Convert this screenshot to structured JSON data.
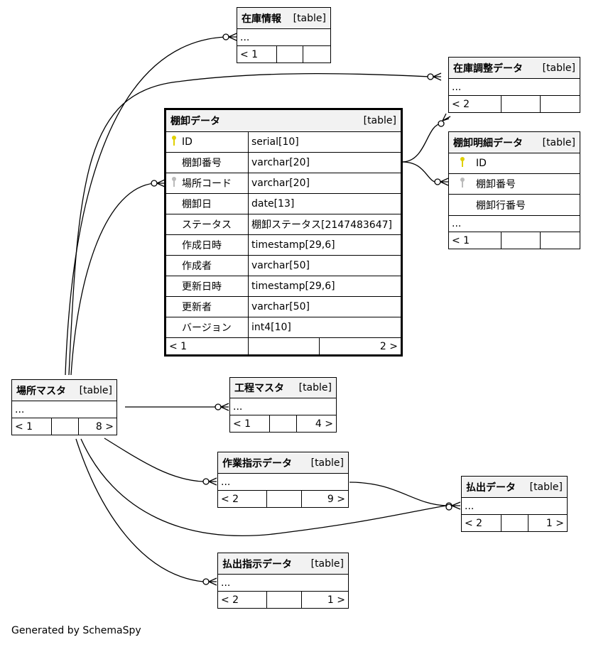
{
  "colors": {
    "pk_key": "#e0d000",
    "fk_key": "#bbbbbb",
    "header_bg": "#f2f2f2"
  },
  "tables": {
    "zaiko_joho": {
      "name": "在庫情報",
      "type": "[table]",
      "ellipsis": "...",
      "parents": "< 1",
      "children": ""
    },
    "zaiko_chosei": {
      "name": "在庫調整データ",
      "type": "[table]",
      "ellipsis": "...",
      "parents": "< 2",
      "children": ""
    },
    "tanaoroshi": {
      "name": "棚卸データ",
      "type": "[table]",
      "columns": [
        {
          "key": "pk",
          "name": "ID",
          "type": "serial[10]"
        },
        {
          "key": "",
          "name": "棚卸番号",
          "type": "varchar[20]"
        },
        {
          "key": "fk",
          "name": "場所コード",
          "type": "varchar[20]"
        },
        {
          "key": "",
          "name": "棚卸日",
          "type": "date[13]"
        },
        {
          "key": "",
          "name": "ステータス",
          "type": "棚卸ステータス[2147483647]"
        },
        {
          "key": "",
          "name": "作成日時",
          "type": "timestamp[29,6]"
        },
        {
          "key": "",
          "name": "作成者",
          "type": "varchar[50]"
        },
        {
          "key": "",
          "name": "更新日時",
          "type": "timestamp[29,6]"
        },
        {
          "key": "",
          "name": "更新者",
          "type": "varchar[50]"
        },
        {
          "key": "",
          "name": "バージョン",
          "type": "int4[10]"
        }
      ],
      "parents": "< 1",
      "children": "2 >"
    },
    "tanaoroshi_meisai": {
      "name": "棚卸明細データ",
      "type": "[table]",
      "columns": [
        {
          "key": "pk",
          "name": "ID"
        },
        {
          "key": "fk",
          "name": "棚卸番号"
        },
        {
          "key": "",
          "name": "棚卸行番号"
        }
      ],
      "ellipsis": "...",
      "parents": "< 1",
      "children": ""
    },
    "basho_master": {
      "name": "場所マスタ",
      "type": "[table]",
      "ellipsis": "...",
      "parents": "< 1",
      "children": "8 >"
    },
    "kotei_master": {
      "name": "工程マスタ",
      "type": "[table]",
      "ellipsis": "...",
      "parents": "< 1",
      "children": "4 >"
    },
    "sagyo_shiji": {
      "name": "作業指示データ",
      "type": "[table]",
      "ellipsis": "...",
      "parents": "< 2",
      "children": "9 >"
    },
    "haraidashi": {
      "name": "払出データ",
      "type": "[table]",
      "ellipsis": "...",
      "parents": "< 2",
      "children": "1 >"
    },
    "haraidashi_shiji": {
      "name": "払出指示データ",
      "type": "[table]",
      "ellipsis": "...",
      "parents": "< 2",
      "children": "1 >"
    }
  },
  "footer": {
    "generated_by": "Generated by SchemaSpy"
  }
}
